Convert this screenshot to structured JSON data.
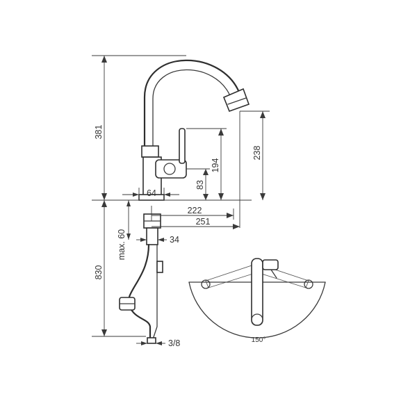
{
  "dimensions": {
    "total_height_above": "381",
    "spout_height": "238",
    "handle_height": "194",
    "handle_base_height": "83",
    "base_diameter": "64",
    "spout_reach_inner": "222",
    "spout_reach_outer": "251",
    "deck_opening": "34",
    "max_deck_thickness": "max. 60",
    "hose_length": "830",
    "connection": "3/8"
  },
  "swivel": {
    "angle": "150°"
  }
}
